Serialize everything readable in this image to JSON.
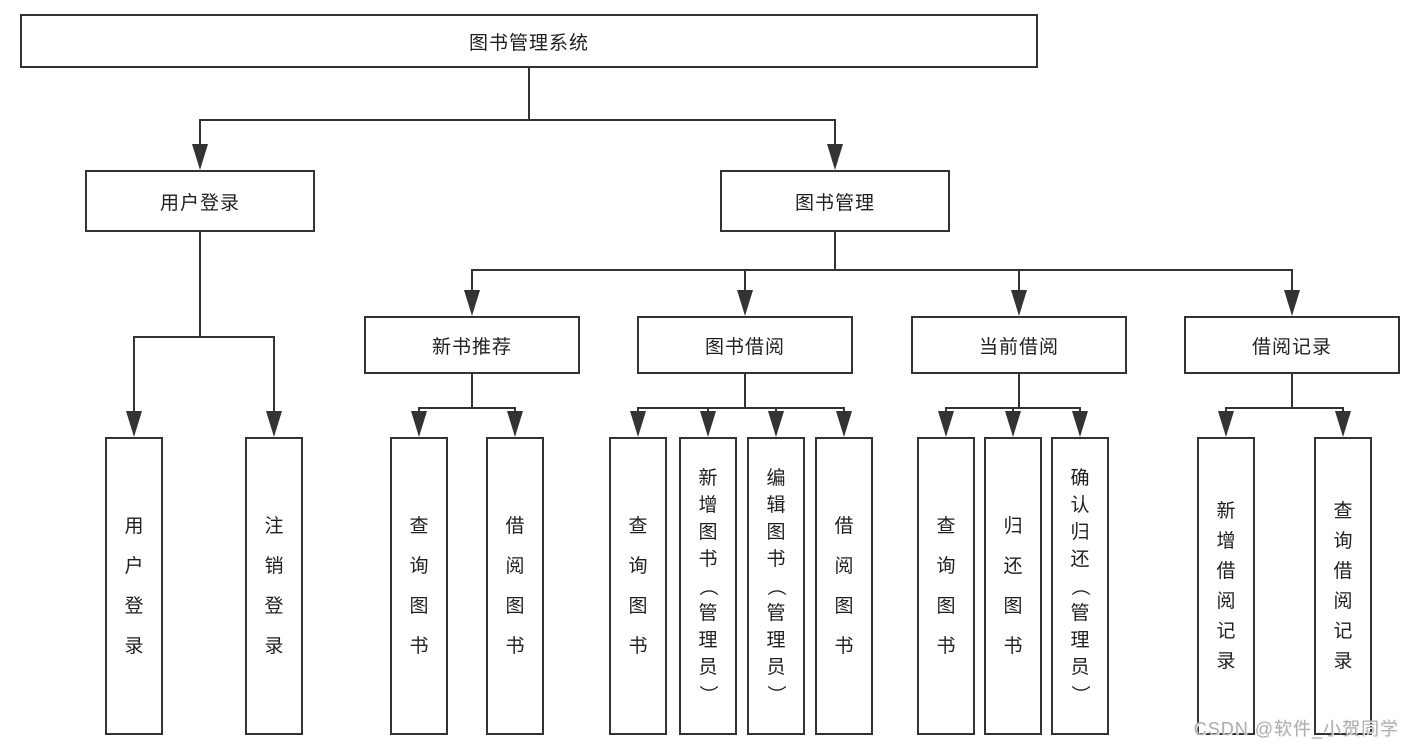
{
  "tree": {
    "root": {
      "label": "图书管理系统"
    },
    "branches": [
      {
        "label": "用户登录",
        "children": [
          {
            "label": "用户登录"
          },
          {
            "label": "注销登录"
          }
        ]
      },
      {
        "label": "图书管理",
        "children": [
          {
            "label": "新书推荐",
            "children": [
              {
                "label": "查询图书"
              },
              {
                "label": "借阅图书"
              }
            ]
          },
          {
            "label": "图书借阅",
            "children": [
              {
                "label": "查询图书"
              },
              {
                "label": "新增图书（管理员）"
              },
              {
                "label": "编辑图书（管理员）"
              },
              {
                "label": "借阅图书"
              }
            ]
          },
          {
            "label": "当前借阅",
            "children": [
              {
                "label": "查询图书"
              },
              {
                "label": "归还图书"
              },
              {
                "label": "确认归还（管理员）"
              }
            ]
          },
          {
            "label": "借阅记录",
            "children": [
              {
                "label": "新增借阅记录"
              },
              {
                "label": "查询借阅记录"
              }
            ]
          }
        ]
      }
    ]
  },
  "watermark": {
    "text": "CSDN @软件_小贺同学"
  },
  "colors": {
    "line": "#333333",
    "box_border": "#333333",
    "text": "#1f1f1f",
    "background": "#ffffff",
    "watermark": "#aeaeae"
  }
}
